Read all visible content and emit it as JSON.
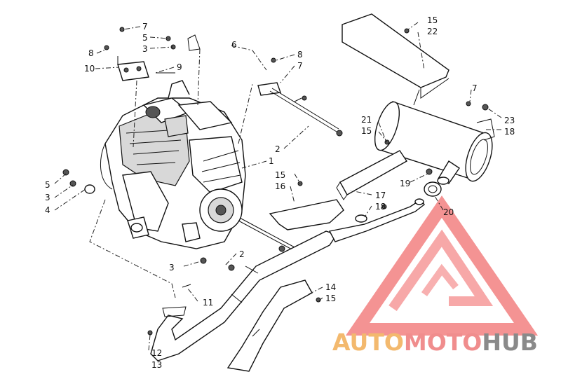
{
  "callouts": {
    "c7a": "7",
    "c5a": "5",
    "c3a": "3",
    "c8a": "8",
    "c10": "10",
    "c9": "9",
    "c6": "6",
    "c8b": "8",
    "c7b": "7",
    "c15a": "15",
    "c22": "22",
    "c7c": "7",
    "c23": "23",
    "c18a": "18",
    "c21": "21",
    "c15b": "15",
    "c2a": "2",
    "c1": "1",
    "c15c": "15",
    "c16": "16",
    "c17": "17",
    "c18b": "18",
    "c19": "19",
    "c20": "20",
    "c5b": "5",
    "c3b": "3",
    "c4": "4",
    "c2b": "2",
    "c3c": "3",
    "c11": "11",
    "c14": "14",
    "c15d": "15",
    "c12": "12",
    "c13": "13"
  },
  "watermark": {
    "part_auto": "AUTO",
    "part_moto": "MOTO",
    "part_hub": "HUB",
    "color_auto": "#f3b96e",
    "color_moto": "#f08d8d",
    "color_hub": "#8a8a8a",
    "logo_color": "#ee5555"
  }
}
